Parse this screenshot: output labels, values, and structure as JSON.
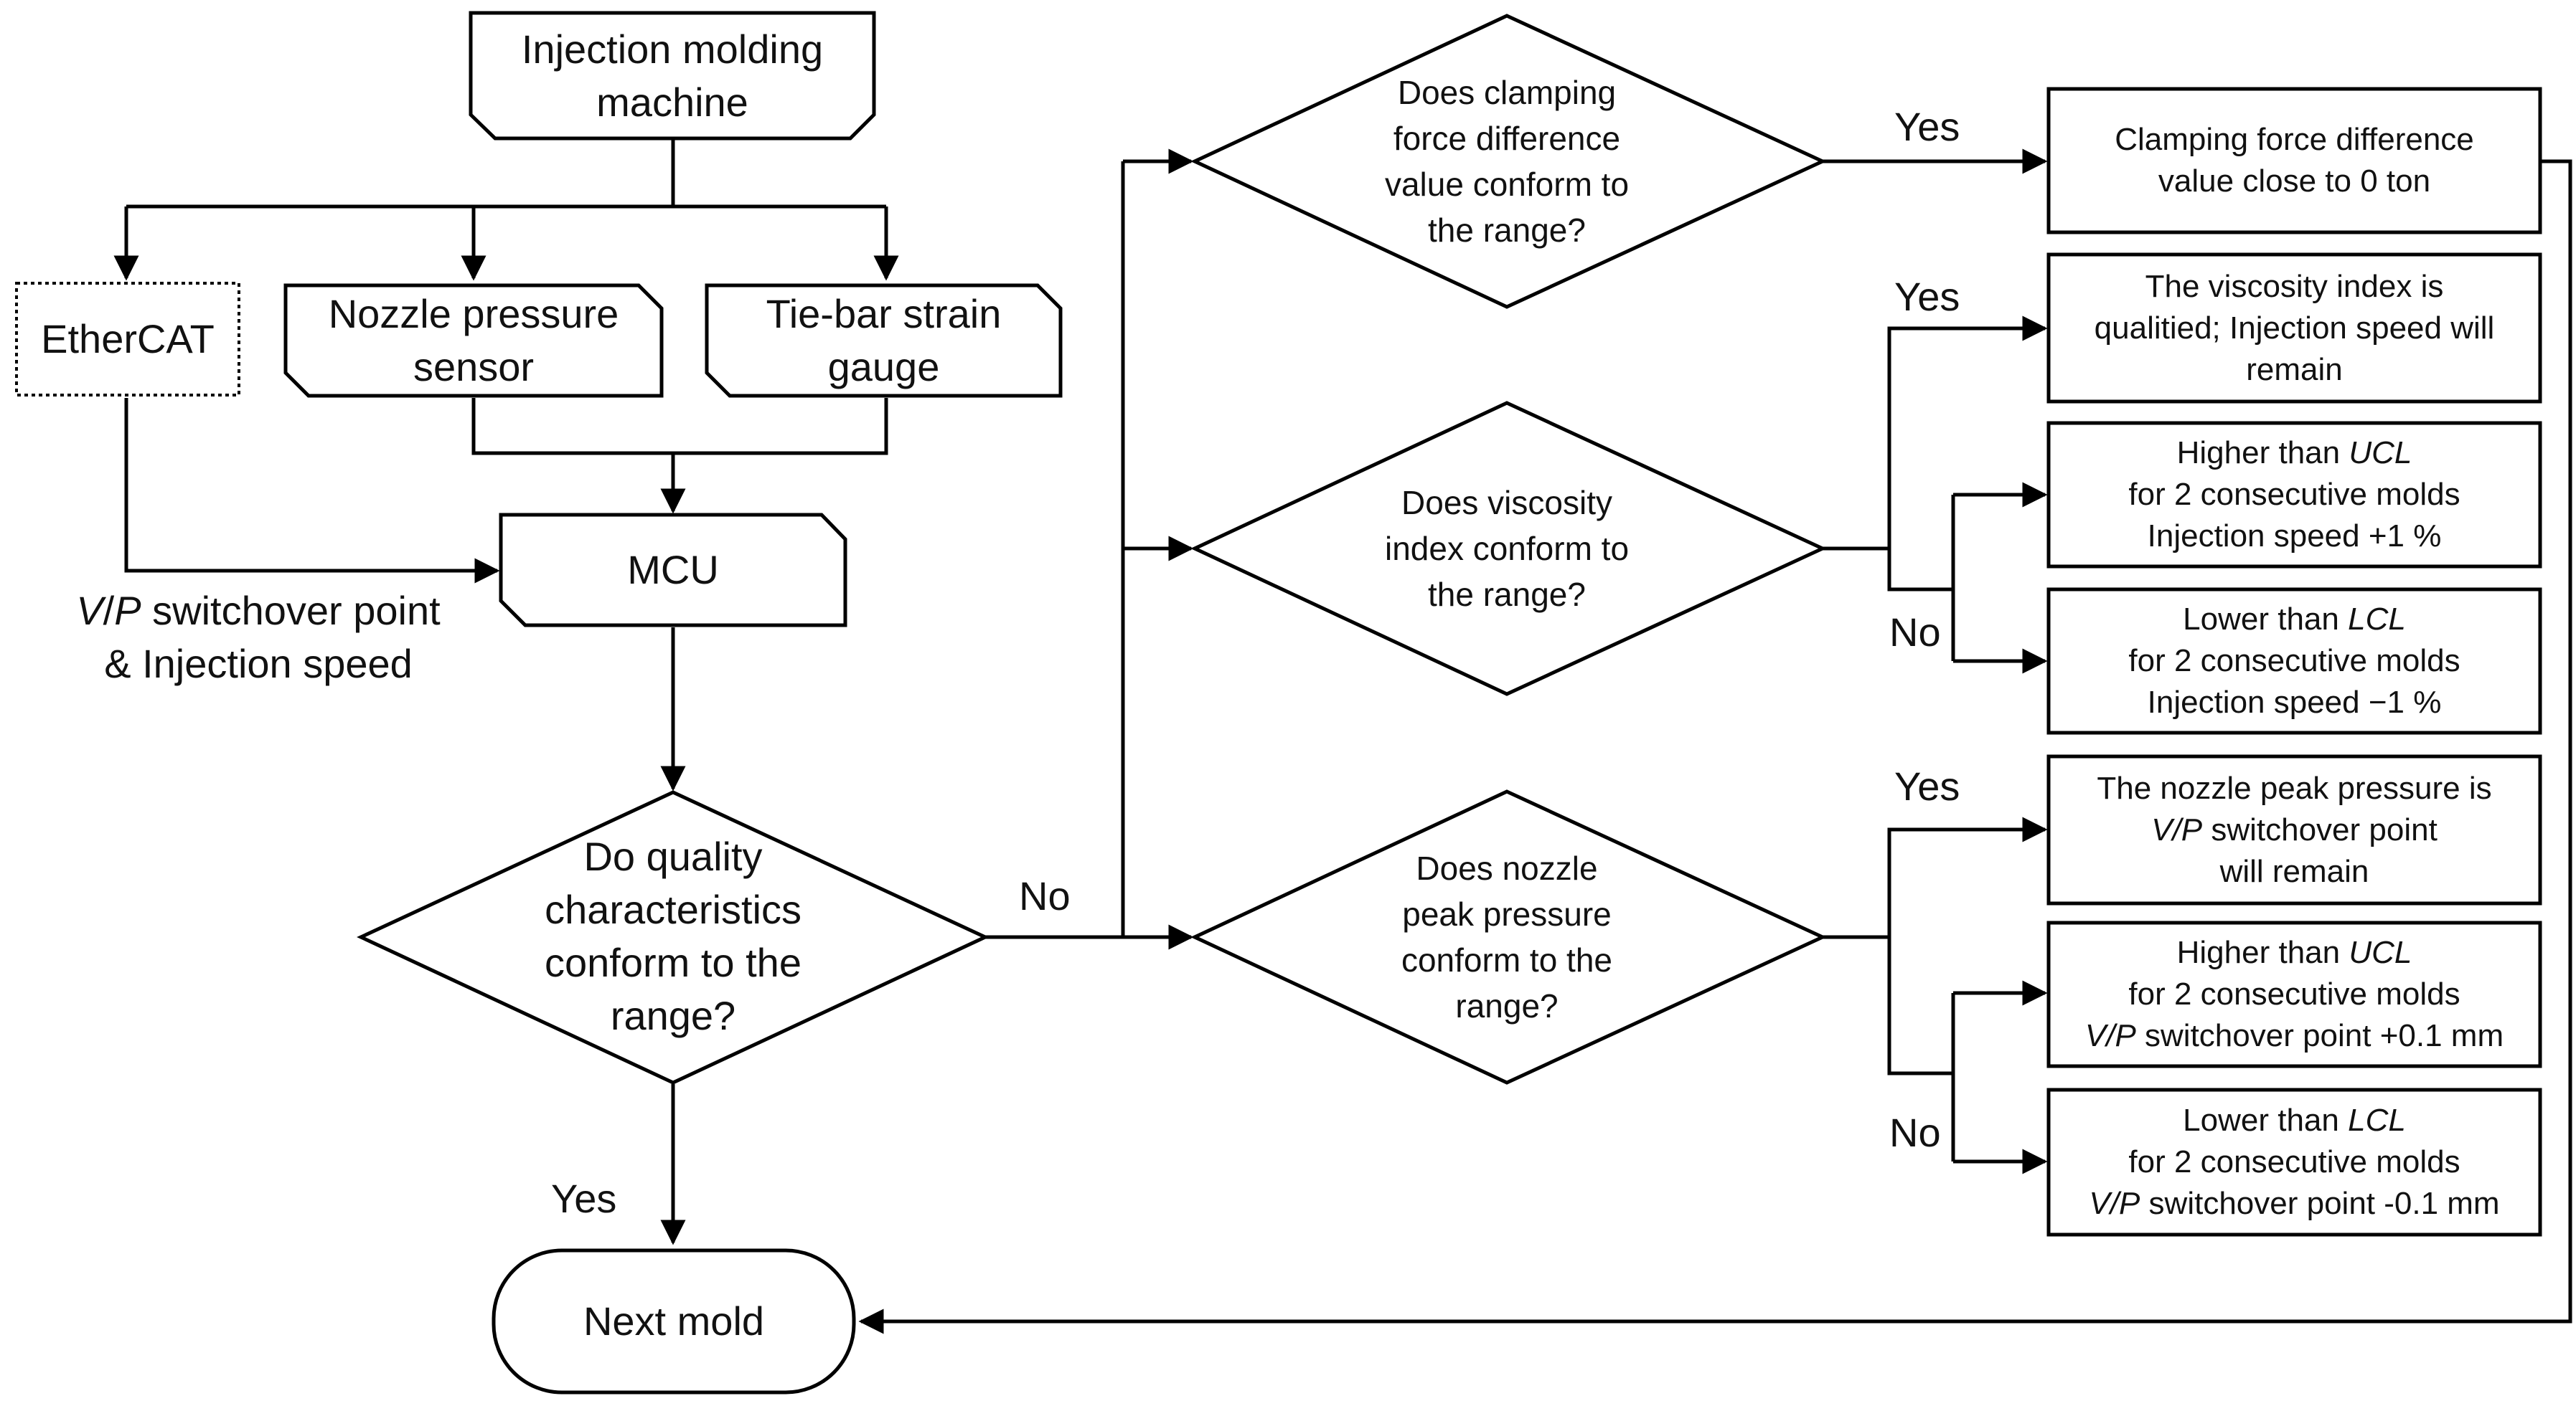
{
  "nodes": {
    "machine": [
      "Injection molding",
      "machine"
    ],
    "ethercat": [
      "EtherCAT"
    ],
    "nozzle_sensor": [
      "Nozzle pressure",
      "sensor"
    ],
    "strain_gauge": [
      "Tie-bar strain",
      "gauge"
    ],
    "mcu": [
      "MCU"
    ],
    "quality_decision": [
      "Do quality",
      "characteristics",
      "conform to the",
      "range?"
    ],
    "next_mold": [
      "Next mold"
    ],
    "clamping_decision": [
      "Does clamping",
      "force difference",
      "value conform to",
      "the range?"
    ],
    "viscosity_decision": [
      "Does viscosity",
      "index conform to",
      "the range?"
    ],
    "nozzle_decision": [
      "Does nozzle",
      "peak pressure",
      "conform to the",
      "range?"
    ],
    "clamping_result": [
      "Clamping force difference",
      "value close to 0 ton"
    ],
    "viscosity_ok": [
      "The viscosity index is",
      "qualitied; Injection speed will",
      "remain"
    ],
    "viscosity_high": {
      "pre": "Higher than ",
      "em": "UCL",
      "line2": "for 2 consecutive molds",
      "line3": "Injection speed +1 %"
    },
    "viscosity_low": {
      "pre": "Lower than ",
      "em": "LCL",
      "line2": "for 2 consecutive molds",
      "line3": "Injection speed −1 %"
    },
    "nozzle_ok": {
      "line1": "The nozzle peak pressure is",
      "line2_em": "V/P",
      "line2_rest": " switchover point",
      "line3": "will remain"
    },
    "nozzle_high": {
      "pre": "Higher than ",
      "em": "UCL",
      "line2": "for 2 consecutive molds",
      "line3_em": "V/P",
      "line3_rest": " switchover point +0.1 mm"
    },
    "nozzle_low": {
      "pre": "Lower than ",
      "em": "LCL",
      "line2": "for 2 consecutive molds",
      "line3_em": "V/P",
      "line3_rest": " switchover point -0.1 mm"
    }
  },
  "labels": {
    "vp_line1_em1": "V",
    "vp_line1_sep": "/",
    "vp_line1_em2": "P",
    "vp_line1_rest": " switchover point",
    "vp_line2": "& Injection speed",
    "quality_no": "No",
    "quality_yes": "Yes",
    "clamping_yes": "Yes",
    "viscosity_yes": "Yes",
    "viscosity_no": "No",
    "nozzle_yes": "Yes",
    "nozzle_no": "No"
  }
}
